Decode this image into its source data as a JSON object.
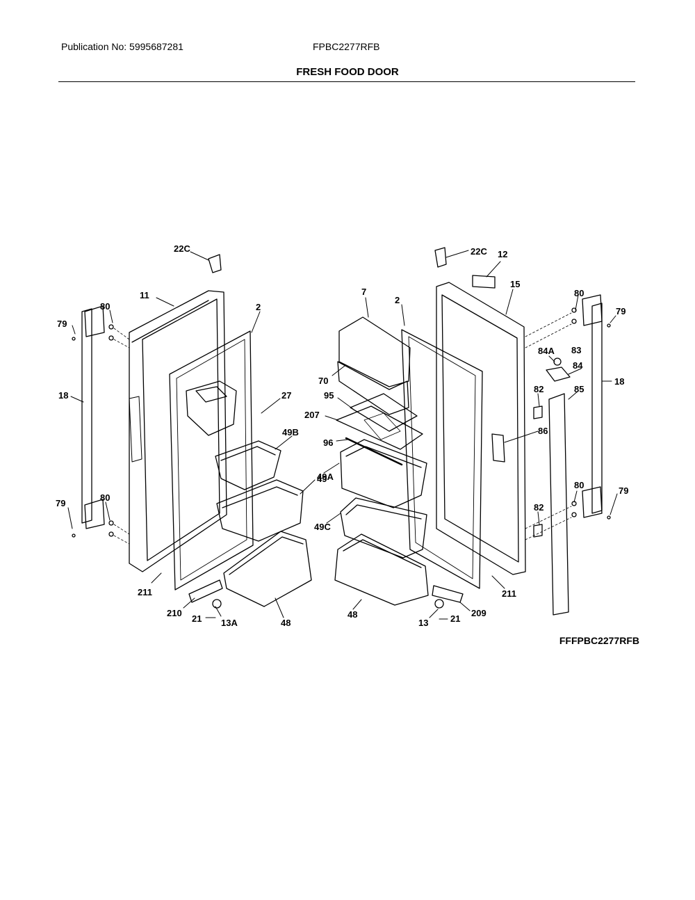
{
  "header": {
    "publication": "Publication No: 5995687281",
    "model": "FPBC2277RFB",
    "section_title": "FRESH FOOD DOOR"
  },
  "figure_ref": "FFFPBC2277RFB",
  "callouts": [
    "22C",
    "11",
    "2",
    "80",
    "79",
    "18",
    "27",
    "49B",
    "49A",
    "79",
    "80",
    "211",
    "210",
    "21",
    "13A",
    "48",
    "22C",
    "12",
    "15",
    "7",
    "2",
    "80",
    "79",
    "84A",
    "83",
    "84",
    "70",
    "95",
    "207",
    "96",
    "82",
    "85",
    "18",
    "86",
    "49",
    "49C",
    "80",
    "79",
    "82",
    "48",
    "13",
    "21",
    "209",
    "211"
  ]
}
